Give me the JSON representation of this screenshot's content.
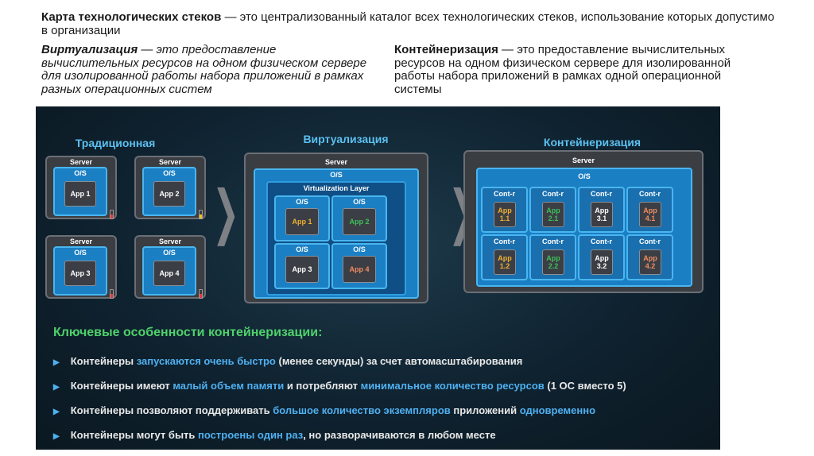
{
  "intro": {
    "bold": "Карта технологических стеков",
    "rest": " — это централизованный каталог всех технологических стеков, использование которых допустимо в организации"
  },
  "left_def": {
    "term": "Виртуализация",
    "text": " — это предоставление вычислительных ресурсов на одном  физическом сервере для изолированной работы набора приложений в рамках разных операционных систем"
  },
  "right_def": {
    "term": "Контейнеризация",
    "text": " — это предоставление вычислительных ресурсов на одном физическом сервере для изолированной работы набора приложений в рамках одной операционной системы"
  },
  "diagram": {
    "traditional": {
      "title": "Традиционная",
      "servers": [
        {
          "server": "Server",
          "os": "O/S",
          "app": "App 1",
          "battery": "red"
        },
        {
          "server": "Server",
          "os": "O/S",
          "app": "App 2",
          "battery": "yellow"
        },
        {
          "server": "Server",
          "os": "O/S",
          "app": "App 3",
          "battery": "red"
        },
        {
          "server": "Server",
          "os": "O/S",
          "app": "App 4",
          "battery": "red"
        }
      ]
    },
    "virtualization": {
      "title": "Виртуализация",
      "server": "Server",
      "os": "O/S",
      "layer": "Virtualization Layer",
      "vms": [
        {
          "os": "O/S",
          "app": "App 1",
          "color": "#f0b030"
        },
        {
          "os": "O/S",
          "app": "App 2",
          "color": "#3fbf5a"
        },
        {
          "os": "O/S",
          "app": "App 3",
          "color": "#ffffff"
        },
        {
          "os": "O/S",
          "app": "App 4",
          "color": "#f08a60"
        }
      ]
    },
    "containerization": {
      "title": "Контейнеризация",
      "server": "Server",
      "os": "O/S",
      "containers": [
        {
          "label": "Cont-r",
          "app": "App 1.1",
          "color": "#f0b030"
        },
        {
          "label": "Cont-r",
          "app": "App 2.1",
          "color": "#3fbf5a"
        },
        {
          "label": "Cont-r",
          "app": "App 3.1",
          "color": "#ffffff"
        },
        {
          "label": "Cont-r",
          "app": "App 4.1",
          "color": "#f08a60"
        },
        {
          "label": "Cont-r",
          "app": "App 1.2",
          "color": "#f0b030"
        },
        {
          "label": "Cont-r",
          "app": "App 2.2",
          "color": "#3fbf5a"
        },
        {
          "label": "Cont-r",
          "app": "App 3.2",
          "color": "#ffffff"
        },
        {
          "label": "Cont-r",
          "app": "App 4.2",
          "color": "#f08a60"
        }
      ]
    }
  },
  "features": {
    "title": "Ключевые особенности контейнеризации:",
    "items": [
      [
        {
          "t": "Контейнеры ",
          "h": false
        },
        {
          "t": "запускаются очень быстро",
          "h": true
        },
        {
          "t": " (менее секунды) за счет автомасштабирования",
          "h": false
        }
      ],
      [
        {
          "t": "Контейнеры имеют ",
          "h": false
        },
        {
          "t": "малый объем памяти",
          "h": true
        },
        {
          "t": " и потребляют ",
          "h": false
        },
        {
          "t": "минимальное количество ресурсов",
          "h": true
        },
        {
          "t": " (1 ОС вместо 5)",
          "h": false
        }
      ],
      [
        {
          "t": "Контейнеры позволяют поддерживать ",
          "h": false
        },
        {
          "t": "большое количество экземпляров",
          "h": true
        },
        {
          "t": " приложений ",
          "h": false
        },
        {
          "t": "одновременно",
          "h": true
        }
      ],
      [
        {
          "t": "Контейнеры могут быть ",
          "h": false
        },
        {
          "t": "построены один раз",
          "h": true
        },
        {
          "t": ", но разворачиваются в любом месте",
          "h": false
        }
      ]
    ]
  }
}
